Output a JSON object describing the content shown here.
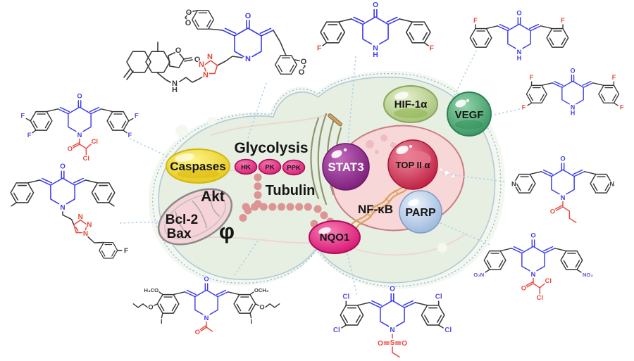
{
  "targets": {
    "glycolysis": "Glycolysis",
    "hk": "HK",
    "pk": "PK",
    "ppk": "PPK",
    "caspases": "Caspases",
    "akt": "Akt",
    "bcl2": "Bcl-2",
    "bax": "Bax",
    "phi": "φ",
    "tubulin": "Tubulin",
    "stat3": "STAT3",
    "nfkb": "NF-κB",
    "top2a": "TOP II α",
    "parp": "PARP",
    "nqo1": "NQO1",
    "hif1a": "HIF-1α",
    "vegf": "VEGF"
  },
  "atoms": {
    "O": "O",
    "N": "N",
    "H": "H",
    "F": "F",
    "Cl": "Cl",
    "S": "S",
    "I": "I",
    "NO2": "NO₂",
    "O2N": "O₂N",
    "OCH3": "OCH₃",
    "H3CO": "H₃CO"
  },
  "colors": {
    "core_blue": "#3c3ce8",
    "bond_black": "#3a3a3a",
    "substituent_red": "#e84438",
    "halogen_violet": "#5a50d8",
    "cell_fill": "#e7efe2",
    "membrane_solid": "#b4c9d4",
    "membrane_dashed": "#8fb3d6",
    "nucleus_fill": "#f8d7d9",
    "nucleus_border": "#c87e82",
    "stat3": "#8a2382",
    "top2a": "#cb2347",
    "parp": "#b3c9e8",
    "nqo1": "#e01577",
    "hif1a": "#c3d69b",
    "vegf": "#4faf7c",
    "caspases": "#f2de2a",
    "kinase_pink": "#e4318b",
    "tubulin_bead": "#dc9494",
    "dna": "#d9a25c",
    "er_olive": "#8d9168",
    "mito_fill": "#f5d3d8",
    "connector": "#a9cfe6"
  }
}
